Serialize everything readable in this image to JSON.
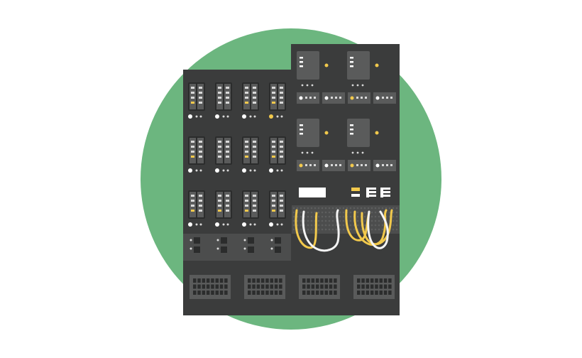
{
  "illustration": {
    "subject": "server-rack",
    "colors": {
      "background": "#ffffff",
      "circle": "#6cb67f",
      "rack_body": "#3b3c3c",
      "panel": "#4c4d4d",
      "panel_dark": "#2b2c2c",
      "module_face": "#5a5b5b",
      "accent_yellow": "#f2c94c",
      "cable_white": "#f4f4f4",
      "light_grey": "#d9d9d9"
    },
    "left_cabinet": {
      "module_rows": 3,
      "modules_per_row": 4,
      "switch_row_count": 4,
      "vent_count": 4
    },
    "right_cabinet": {
      "unit_groups": 2,
      "units_per_group": 2,
      "ports_per_strip": 4,
      "cable_bundles": 2
    }
  }
}
